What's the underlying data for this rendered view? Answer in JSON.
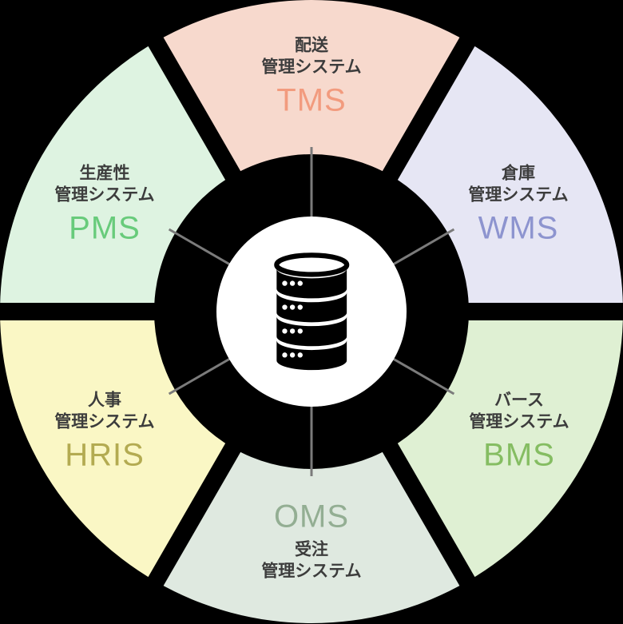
{
  "theme": {
    "background_color": "#000000",
    "divider_color": "#000000",
    "connector_color": "#7b7b7b",
    "hub_color": "#ffffff",
    "icon_color": "#000000",
    "jp_text_color": "#3c3c3c"
  },
  "center": {
    "icon": "database-icon"
  },
  "segments": [
    {
      "id": "tms",
      "position": "top",
      "name_lines": [
        "配送",
        "管理システム"
      ],
      "acronym": "TMS",
      "acronym_placement": "below-name",
      "bg_color": "#f7d9cd",
      "accent_color": "#f29b7e"
    },
    {
      "id": "wms",
      "position": "top-right",
      "name_lines": [
        "倉庫",
        "管理システム"
      ],
      "acronym": "WMS",
      "acronym_placement": "below-name",
      "bg_color": "#e6e6f4",
      "accent_color": "#8d94cf"
    },
    {
      "id": "bms",
      "position": "bottom-right",
      "name_lines": [
        "バース",
        "管理システム"
      ],
      "acronym": "BMS",
      "acronym_placement": "below-name",
      "bg_color": "#dff0d3",
      "accent_color": "#85bd62"
    },
    {
      "id": "oms",
      "position": "bottom",
      "name_lines": [
        "受注",
        "管理システム"
      ],
      "acronym": "OMS",
      "acronym_placement": "above-name",
      "bg_color": "#dfe9e0",
      "accent_color": "#93ae93"
    },
    {
      "id": "hris",
      "position": "bottom-left",
      "name_lines": [
        "人事",
        "管理システム"
      ],
      "acronym": "HRIS",
      "acronym_placement": "below-name",
      "bg_color": "#faf7c5",
      "accent_color": "#b3ab51"
    },
    {
      "id": "pms",
      "position": "top-left",
      "name_lines": [
        "生産性",
        "管理システム"
      ],
      "acronym": "PMS",
      "acronym_placement": "below-name",
      "bg_color": "#def3e1",
      "accent_color": "#68cb7b"
    }
  ]
}
